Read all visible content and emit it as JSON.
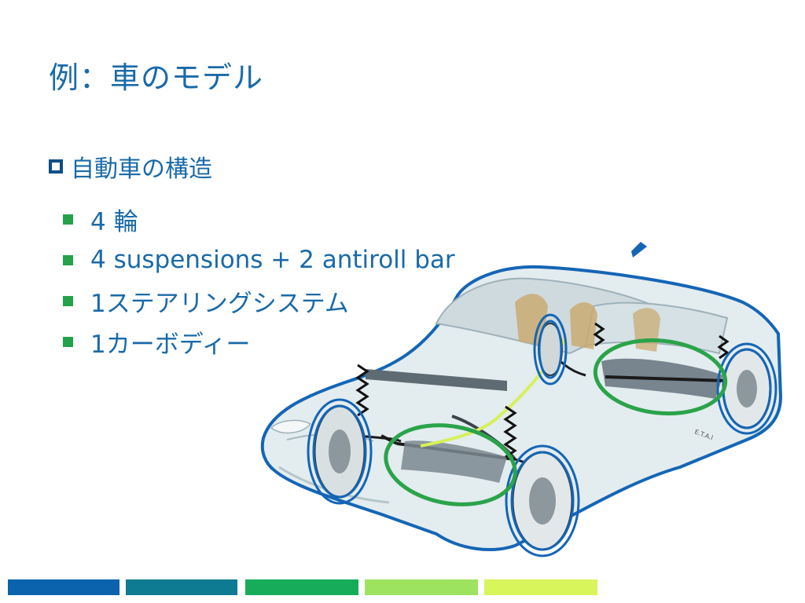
{
  "slide": {
    "title": "例：車のモデル",
    "level1": "自動車の構造",
    "bullets": [
      "4 輪",
      "4 suspensions + 2 antiroll bar",
      "1ステアリングシステム",
      "1カーボディー"
    ]
  },
  "colors": {
    "title": "#1a6aa8",
    "bullet_square": "#23a24a",
    "wheel_outline": "#1565b5",
    "suspension_ellipse": "#2ba34a",
    "footer_segments": [
      "#0b62ad",
      "#0f7b92",
      "#17ac59",
      "#9de35f",
      "#d8f55c"
    ]
  }
}
